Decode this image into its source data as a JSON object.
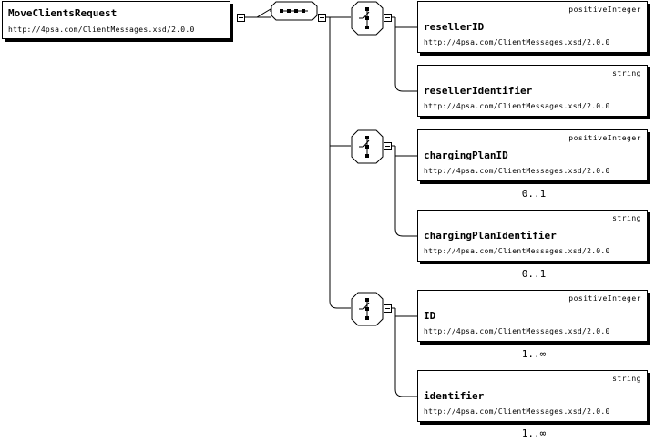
{
  "root": {
    "name": "MoveClientsRequest",
    "namespace": "http://4psa.com/ClientMessages.xsd/2.0.0"
  },
  "choices": [
    {
      "elements": [
        {
          "type": "positiveInteger",
          "name": "resellerID",
          "namespace": "http://4psa.com/ClientMessages.xsd/2.0.0",
          "occurs": ""
        },
        {
          "type": "string",
          "name": "resellerIdentifier",
          "namespace": "http://4psa.com/ClientMessages.xsd/2.0.0",
          "occurs": ""
        }
      ]
    },
    {
      "elements": [
        {
          "type": "positiveInteger",
          "name": "chargingPlanID",
          "namespace": "http://4psa.com/ClientMessages.xsd/2.0.0",
          "occurs": "0..1"
        },
        {
          "type": "string",
          "name": "chargingPlanIdentifier",
          "namespace": "http://4psa.com/ClientMessages.xsd/2.0.0",
          "occurs": "0..1"
        }
      ]
    },
    {
      "elements": [
        {
          "type": "positiveInteger",
          "name": "ID",
          "namespace": "http://4psa.com/ClientMessages.xsd/2.0.0",
          "occurs": "1..∞"
        },
        {
          "type": "string",
          "name": "identifier",
          "namespace": "http://4psa.com/ClientMessages.xsd/2.0.0",
          "occurs": "1..∞"
        }
      ]
    }
  ]
}
